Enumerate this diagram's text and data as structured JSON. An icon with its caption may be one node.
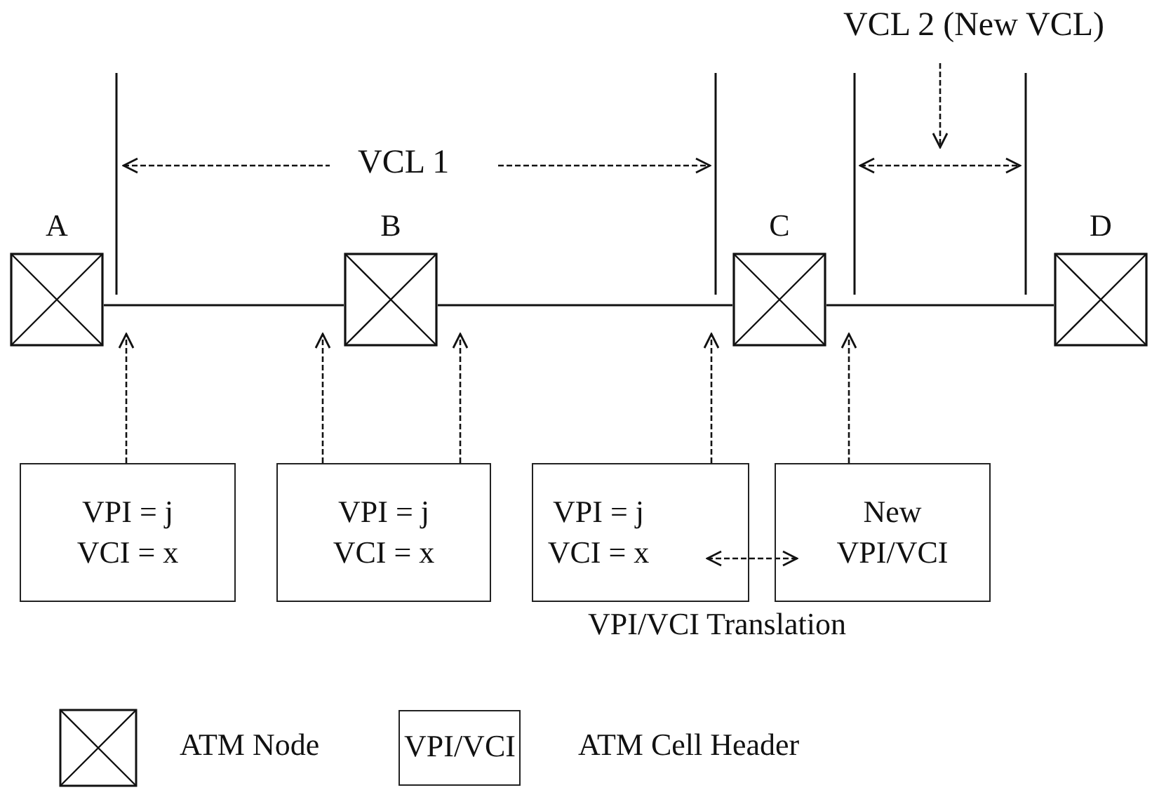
{
  "diagram": {
    "nodes": [
      {
        "text": [
          "A"
        ]
      },
      {
        "text": [
          "B"
        ]
      },
      {
        "text": [
          "C"
        ]
      },
      {
        "text": [
          "D"
        ]
      },
      {
        "text": [
          "VPI = j",
          "VCI = x"
        ]
      },
      {
        "text": [
          "VPI = j",
          "VCI = x"
        ]
      },
      {
        "text": [
          "VPI = j",
          "VCI = x"
        ]
      },
      {
        "text": [
          "New VPI/VCI"
        ]
      },
      {
        "text": [
          "VCL 2 (New VCL)"
        ]
      }
    ],
    "edges": [
      {
        "from": 0,
        "to": 1,
        "arrow": "none"
      },
      {
        "from": 1,
        "to": 2,
        "arrow": "none"
      },
      {
        "from": 2,
        "to": 3,
        "arrow": "none"
      },
      {
        "from": 4,
        "to": 0,
        "arrow": "to",
        "style": "dashed"
      },
      {
        "from": 5,
        "to": 1,
        "arrow": "to",
        "style": "dashed"
      },
      {
        "from": 5,
        "to": 1,
        "arrow": "to",
        "style": "dashed"
      },
      {
        "from": 6,
        "to": 2,
        "arrow": "to",
        "style": "dashed"
      },
      {
        "from": 7,
        "to": 2,
        "arrow": "to",
        "style": "dashed"
      },
      {
        "from": 6,
        "to": 7,
        "arrow": "both",
        "style": "dashed"
      },
      {
        "from": 8,
        "to": null,
        "arrow": "to",
        "style": "dashed"
      }
    ],
    "labels": [
      "VCL 1",
      "VPI/VCI Translation",
      "VPI/VCI"
    ],
    "legend": [
      {
        "text": "ATM Node"
      },
      {
        "text": "ATM Cell Header"
      }
    ]
  }
}
